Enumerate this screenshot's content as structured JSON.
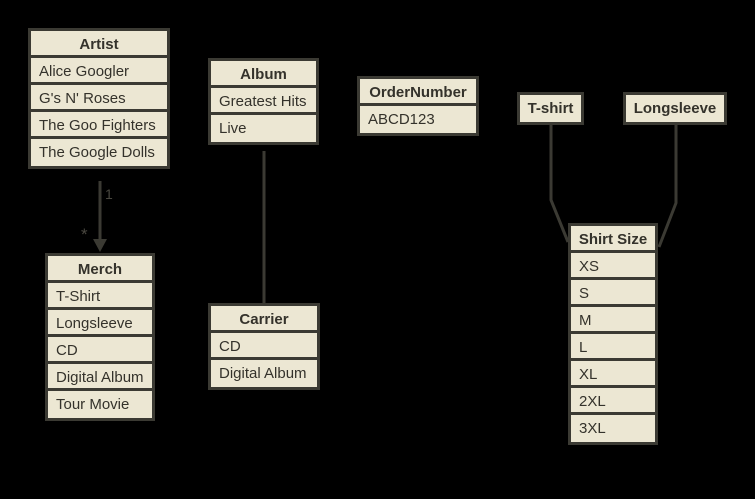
{
  "diagram": {
    "background_color": "#000000",
    "box_fill_color": "#ece7d3",
    "line_color": "#3b3a33",
    "text_color": "#34322b",
    "tables": {
      "artist": {
        "title": "Artist",
        "rows": [
          "Alice Googler",
          "G's N' Roses",
          "The Goo Fighters",
          "The Google Dolls"
        ]
      },
      "album": {
        "title": "Album",
        "rows": [
          "Greatest Hits",
          "Live"
        ]
      },
      "order_number": {
        "title": "OrderNumber",
        "rows": [
          "ABCD123"
        ]
      },
      "merch": {
        "title": "Merch",
        "rows": [
          "T-Shirt",
          "Longsleeve",
          "CD",
          "Digital Album",
          "Tour Movie"
        ]
      },
      "carrier": {
        "title": "Carrier",
        "rows": [
          "CD",
          "Digital Album"
        ]
      },
      "shirt_size": {
        "title": "Shirt Size",
        "rows": [
          "XS",
          "S",
          "M",
          "L",
          "XL",
          "2XL",
          "3XL"
        ]
      },
      "tshirt": {
        "title": "T-shirt"
      },
      "longsleeve": {
        "title": "Longsleeve"
      }
    },
    "connectors": {
      "artist_to_merch": {
        "source_multiplicity": "1",
        "target_multiplicity": "*"
      }
    }
  }
}
